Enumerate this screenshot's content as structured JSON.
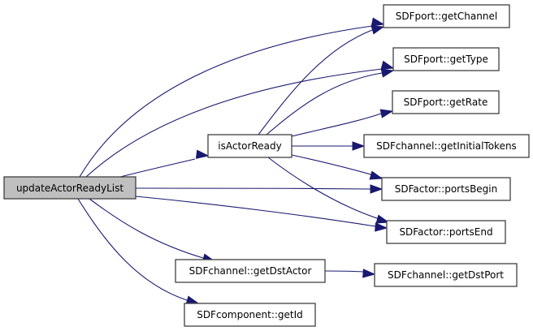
{
  "diagram": {
    "type": "call-graph",
    "edge_color": "#191970",
    "root_fill": "#bfbfbf",
    "node_fill": "#ffffff",
    "nodes": [
      {
        "id": "updateActorReadyList",
        "label": "updateActorReadyList",
        "root": true
      },
      {
        "id": "isActorReady",
        "label": "isActorReady"
      },
      {
        "id": "getChannel",
        "label": "SDFport::getChannel"
      },
      {
        "id": "getType",
        "label": "SDFport::getType"
      },
      {
        "id": "getRate",
        "label": "SDFport::getRate"
      },
      {
        "id": "getInitialTokens",
        "label": "SDFchannel::getInitialTokens"
      },
      {
        "id": "portsBegin",
        "label": "SDFactor::portsBegin"
      },
      {
        "id": "portsEnd",
        "label": "SDFactor::portsEnd"
      },
      {
        "id": "getDstActor",
        "label": "SDFchannel::getDstActor"
      },
      {
        "id": "getDstPort",
        "label": "SDFchannel::getDstPort"
      },
      {
        "id": "getId",
        "label": "SDFcomponent::getId"
      }
    ],
    "edges": [
      {
        "from": "updateActorReadyList",
        "to": "getChannel"
      },
      {
        "from": "updateActorReadyList",
        "to": "getType"
      },
      {
        "from": "updateActorReadyList",
        "to": "isActorReady"
      },
      {
        "from": "updateActorReadyList",
        "to": "portsBegin"
      },
      {
        "from": "updateActorReadyList",
        "to": "portsEnd"
      },
      {
        "from": "updateActorReadyList",
        "to": "getDstActor"
      },
      {
        "from": "updateActorReadyList",
        "to": "getId"
      },
      {
        "from": "isActorReady",
        "to": "getChannel"
      },
      {
        "from": "isActorReady",
        "to": "getType"
      },
      {
        "from": "isActorReady",
        "to": "getRate"
      },
      {
        "from": "isActorReady",
        "to": "getInitialTokens"
      },
      {
        "from": "isActorReady",
        "to": "portsBegin"
      },
      {
        "from": "isActorReady",
        "to": "portsEnd"
      },
      {
        "from": "getDstActor",
        "to": "getDstPort"
      }
    ]
  }
}
